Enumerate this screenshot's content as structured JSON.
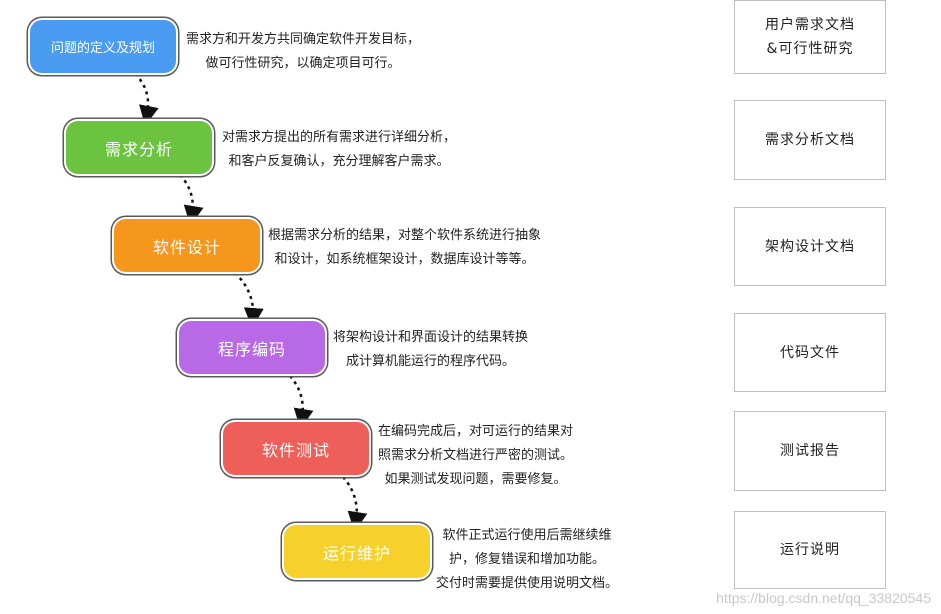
{
  "stages": [
    {
      "label": "问题的定义及规划",
      "color": "#4a9cf2",
      "desc": [
        "需求方和开发方共同确定软件开发目标，",
        "做可行性研究，以确定项目可行。"
      ],
      "doc": [
        "用户需求文档",
        "&可行性研究"
      ]
    },
    {
      "label": "需求分析",
      "color": "#6cc33f",
      "desc": [
        "对需求方提出的所有需求进行详细分析，",
        "和客户反复确认，充分理解客户需求。"
      ],
      "doc": [
        "需求分析文档"
      ]
    },
    {
      "label": "软件设计",
      "color": "#f5961d",
      "desc": [
        "根据需求分析的结果，对整个软件系统进行抽象",
        "和设计，如系统框架设计，数据库设计等等。"
      ],
      "doc": [
        "架构设计文档"
      ]
    },
    {
      "label": "程序编码",
      "color": "#b86ae6",
      "desc": [
        "将架构设计和界面设计的结果转换",
        "成计算机能运行的程序代码。"
      ],
      "doc": [
        "代码文件"
      ]
    },
    {
      "label": "软件测试",
      "color": "#ef5f5a",
      "desc": [
        "在编码完成后，对可运行的结果对",
        "照需求分析文档进行严密的测试。",
        "如果测试发现问题，需要修复。"
      ],
      "doc": [
        "测试报告"
      ]
    },
    {
      "label": "运行维护",
      "color": "#f7d12b",
      "desc": [
        "软件正式运行使用后需继续维",
        "护，修复错误和增加功能。",
        "交付时需要提供使用说明文档。"
      ],
      "doc": [
        "运行说明"
      ]
    }
  ],
  "watermark": "https://blog.csdn.net/qq_33820545"
}
